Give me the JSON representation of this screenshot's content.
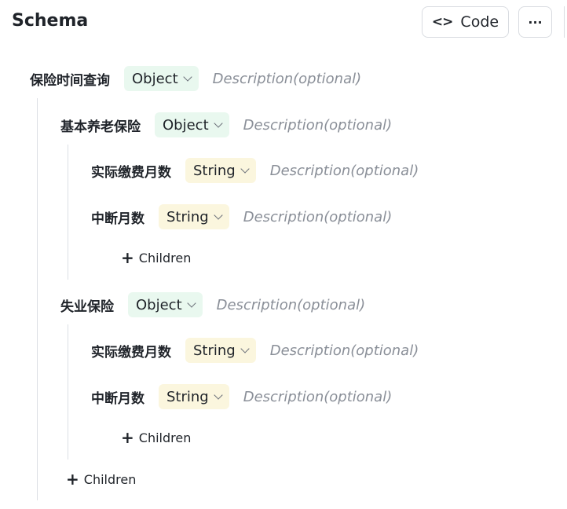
{
  "header": {
    "title": "Schema",
    "code_label": "Code",
    "code_icon": "<>",
    "more_icon": "···"
  },
  "tree": {
    "root": {
      "name": "保险时间查询",
      "type": "Object",
      "desc_placeholder": "Description(optional)"
    },
    "group1": {
      "name": "基本养老保险",
      "type": "Object",
      "desc_placeholder": "Description(optional)",
      "fields": [
        {
          "name": "实际缴费月数",
          "type": "String",
          "desc_placeholder": "Description(optional)"
        },
        {
          "name": "中断月数",
          "type": "String",
          "desc_placeholder": "Description(optional)"
        }
      ],
      "children_label": "Children"
    },
    "group2": {
      "name": "失业保险",
      "type": "Object",
      "desc_placeholder": "Description(optional)",
      "fields": [
        {
          "name": "实际缴费月数",
          "type": "String",
          "desc_placeholder": "Description(optional)"
        },
        {
          "name": "中断月数",
          "type": "String",
          "desc_placeholder": "Description(optional)"
        }
      ],
      "children_label": "Children"
    },
    "root_children_label": "Children"
  },
  "colors": {
    "object_bg": "#e9f8ef",
    "string_bg": "#fbf6de",
    "placeholder": "#8a8f98"
  }
}
